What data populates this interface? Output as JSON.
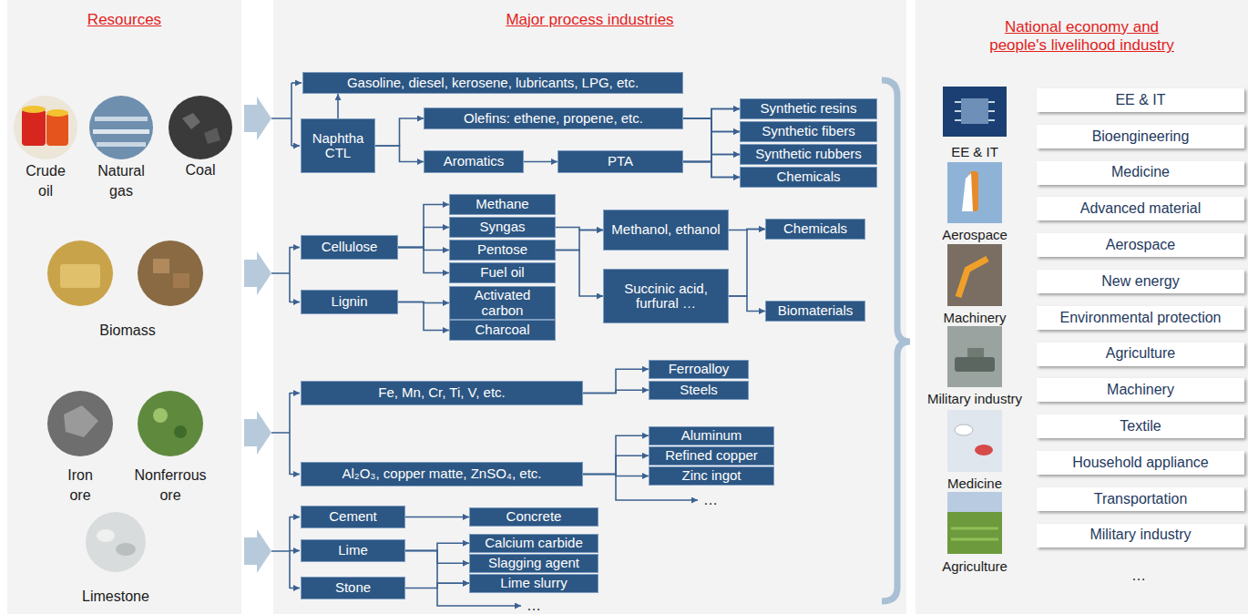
{
  "diagram": {
    "nodes": [
      {
        "text": [
          "Resources"
        ]
      },
      {
        "text": [
          "Major process industries"
        ]
      },
      {
        "text": [
          "Gasoline, diesel, kerosene, lubricants, LPG, etc."
        ],
        "in": 1
      },
      {
        "text": [
          "Naphtha CTL"
        ],
        "in": 1
      },
      {
        "text": [
          "Olefins: ethene, propene, etc."
        ],
        "in": 1
      },
      {
        "text": [
          "Aromatics"
        ],
        "in": 1
      },
      {
        "text": [
          "PTA"
        ],
        "in": 1
      },
      {
        "text": [
          "Synthetic resins"
        ],
        "in": 1
      },
      {
        "text": [
          "Synthetic fibers"
        ],
        "in": 1
      },
      {
        "text": [
          "Synthetic rubbers"
        ],
        "in": 1
      },
      {
        "text": [
          "Chemicals"
        ],
        "in": 1
      },
      {
        "text": [
          "Cellulose"
        ],
        "in": 1
      },
      {
        "text": [
          "Methane"
        ],
        "in": 1
      },
      {
        "text": [
          "Syngas"
        ],
        "in": 1
      },
      {
        "text": [
          "Pentose"
        ],
        "in": 1
      },
      {
        "text": [
          "Fuel oil"
        ],
        "in": 1
      },
      {
        "text": [
          "Methanol, ethanol"
        ],
        "in": 1
      },
      {
        "text": [
          "Chemicals"
        ],
        "in": 1
      },
      {
        "text": [
          "Succinic acid, furfural …"
        ],
        "in": 1
      },
      {
        "text": [
          "Biomaterials"
        ],
        "in": 1
      },
      {
        "text": [
          "Lignin"
        ],
        "in": 1
      },
      {
        "text": [
          "Activated carbon"
        ],
        "in": 1
      },
      {
        "text": [
          "Charcoal"
        ],
        "in": 1
      },
      {
        "text": [
          "Fe, Mn, Cr, Ti, V, etc."
        ],
        "in": 1
      },
      {
        "text": [
          "Ferroalloy"
        ],
        "in": 1
      },
      {
        "text": [
          "Steels"
        ],
        "in": 1
      },
      {
        "text": [
          "Al₂O₃, copper matte, ZnSO₄, etc."
        ],
        "in": 1
      },
      {
        "text": [
          "Aluminum"
        ],
        "in": 1
      },
      {
        "text": [
          "Refined copper"
        ],
        "in": 1
      },
      {
        "text": [
          "Zinc ingot"
        ],
        "in": 1
      },
      {
        "text": [
          "Cement"
        ],
        "in": 1
      },
      {
        "text": [
          "Concrete"
        ],
        "in": 1
      },
      {
        "text": [
          "Lime"
        ],
        "in": 1
      },
      {
        "text": [
          "Calcium carbide"
        ],
        "in": 1
      },
      {
        "text": [
          "Slagging agent"
        ],
        "in": 1
      },
      {
        "text": [
          "Lime slurry"
        ],
        "in": 1
      },
      {
        "text": [
          "Stone"
        ],
        "in": 1
      },
      {
        "text": [
          "National economy and people's livelihood industry"
        ]
      },
      {
        "text": [
          "EE & IT"
        ],
        "in": 37
      },
      {
        "text": [
          "Bioengineering"
        ],
        "in": 37
      },
      {
        "text": [
          "Medicine"
        ],
        "in": 37
      },
      {
        "text": [
          "Advanced material"
        ],
        "in": 37
      },
      {
        "text": [
          "Aerospace"
        ],
        "in": 37
      },
      {
        "text": [
          "New energy"
        ],
        "in": 37
      },
      {
        "text": [
          "Environmental protection"
        ],
        "in": 37
      },
      {
        "text": [
          "Agriculture"
        ],
        "in": 37
      },
      {
        "text": [
          "Machinery"
        ],
        "in": 37
      },
      {
        "text": [
          "Textile"
        ],
        "in": 37
      },
      {
        "text": [
          "Household appliance"
        ],
        "in": 37
      },
      {
        "text": [
          "Transportation"
        ],
        "in": 37
      },
      {
        "text": [
          "Military industry"
        ],
        "in": 37
      }
    ],
    "edges": [
      {
        "from": 3,
        "to": 2,
        "arrow": "to"
      },
      {
        "from": 3,
        "to": 4,
        "arrow": "to"
      },
      {
        "from": 3,
        "to": 5,
        "arrow": "to"
      },
      {
        "from": 5,
        "to": 6,
        "arrow": "to"
      },
      {
        "from": 4,
        "to": 7,
        "arrow": "to"
      },
      {
        "from": 4,
        "to": 8,
        "arrow": "to"
      },
      {
        "from": 4,
        "to": 9,
        "arrow": "to"
      },
      {
        "from": 4,
        "to": 10,
        "arrow": "to"
      },
      {
        "from": 6,
        "to": 7,
        "arrow": "to"
      },
      {
        "from": 6,
        "to": 8,
        "arrow": "to"
      },
      {
        "from": 6,
        "to": 9,
        "arrow": "to"
      },
      {
        "from": 6,
        "to": 10,
        "arrow": "to"
      },
      {
        "from": 11,
        "to": 12,
        "arrow": "to"
      },
      {
        "from": 11,
        "to": 13,
        "arrow": "to"
      },
      {
        "from": 11,
        "to": 14,
        "arrow": "to"
      },
      {
        "from": 11,
        "to": 15,
        "arrow": "to"
      },
      {
        "from": 20,
        "to": 21,
        "arrow": "to"
      },
      {
        "from": 20,
        "to": 22,
        "arrow": "to"
      },
      {
        "from": 13,
        "to": 16,
        "arrow": "to"
      },
      {
        "from": 14,
        "to": 16,
        "arrow": "to"
      },
      {
        "from": 14,
        "to": 18,
        "arrow": "to"
      },
      {
        "from": 16,
        "to": 17,
        "arrow": "to"
      },
      {
        "from": 18,
        "to": 17,
        "arrow": "to"
      },
      {
        "from": 18,
        "to": 19,
        "arrow": "to"
      },
      {
        "from": 23,
        "to": 24,
        "arrow": "to"
      },
      {
        "from": 23,
        "to": 25,
        "arrow": "to"
      },
      {
        "from": 26,
        "to": 27,
        "arrow": "to"
      },
      {
        "from": 26,
        "to": 28,
        "arrow": "to"
      },
      {
        "from": 26,
        "to": 29,
        "arrow": "to"
      },
      {
        "from": 30,
        "to": 31,
        "arrow": "to"
      },
      {
        "from": 32,
        "to": 33,
        "arrow": "to"
      },
      {
        "from": 32,
        "to": 34,
        "arrow": "to"
      },
      {
        "from": 32,
        "to": 35,
        "arrow": "to"
      },
      {
        "from": 36,
        "to": 35,
        "arrow": "to"
      }
    ],
    "labels": [
      "Crude oil",
      "Natural gas",
      "Coal",
      "Biomass",
      "Iron ore",
      "Nonferrous ore",
      "Limestone",
      "…",
      "…",
      "EE & IT",
      "Aerospace",
      "Machinery",
      "Military industry",
      "Medicine",
      "Agriculture",
      "…"
    ]
  }
}
